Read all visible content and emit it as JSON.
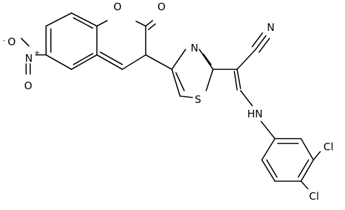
{
  "atoms": {
    "o_ring": "O",
    "o_carbonyl": "O",
    "o_nitro_minus": "O",
    "charge_minus": "-",
    "n_nitro": "N",
    "charge_plus": "+",
    "o_nitro_double": "O",
    "n_thiazole": "N",
    "s_thiazole": "S",
    "n_nitrile": "N",
    "hn_amine": "HN",
    "cl_upper": "Cl",
    "cl_lower": "Cl"
  }
}
